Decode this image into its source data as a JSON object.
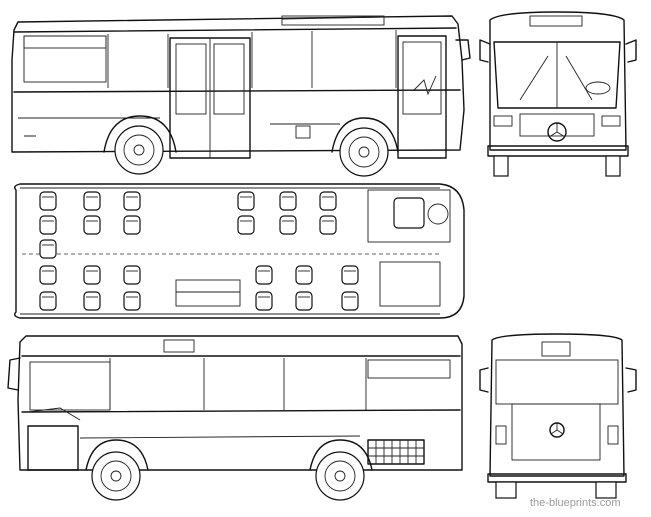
{
  "watermark": "the-blueprints.com",
  "views": [
    "side-left",
    "front",
    "floor-plan",
    "side-right",
    "rear"
  ],
  "emblem": "three-pointed-star-logo",
  "seat_layout": {
    "rear_block_cols": 3,
    "front_block_cols": 3
  }
}
